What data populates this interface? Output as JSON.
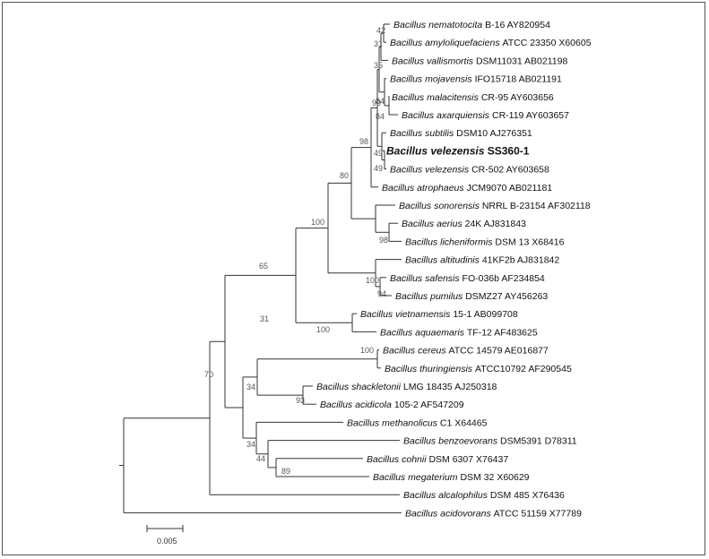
{
  "taxa": [
    {
      "genus": "Bacillus",
      "species": "nematotocita",
      "strain": "B-16 AY820954"
    },
    {
      "genus": "Bacillus",
      "species": "amyloliquefaciens",
      "strain": "ATCC 23350 X60605"
    },
    {
      "genus": "Bacillus",
      "species": "vallismortis",
      "strain": "DSM11031 AB021198"
    },
    {
      "genus": "Bacillus",
      "species": "mojavensis",
      "strain": "IFO15718 AB021191"
    },
    {
      "genus": "Bacillus",
      "species": "malacitensis",
      "strain": "CR-95 AY603656"
    },
    {
      "genus": "Bacillus",
      "species": "axarquiensis",
      "strain": "CR-119 AY603657"
    },
    {
      "genus": "Bacillus",
      "species": "subtilis",
      "strain": "DSM10 AJ276351"
    },
    {
      "genus": "Bacillus",
      "species": "velezensis",
      "strain": "SS360-1",
      "highlight": true
    },
    {
      "genus": "Bacillus",
      "species": "velezensis",
      "strain": "CR-502 AY603658"
    },
    {
      "genus": "Bacillus",
      "species": "atrophaeus",
      "strain": "JCM9070 AB021181"
    },
    {
      "genus": "Bacillus",
      "species": "sonorensis",
      "strain": "NRRL B-23154 AF302118"
    },
    {
      "genus": "Bacillus",
      "species": "aerius",
      "strain": "24K AJ831843"
    },
    {
      "genus": "Bacillus",
      "species": "licheniformis",
      "strain": "DSM 13 X68416"
    },
    {
      "genus": "Bacillus",
      "species": "altitudinis",
      "strain": "41KF2b AJ831842"
    },
    {
      "genus": "Bacillus",
      "species": "safensis",
      "strain": "FO-036b AF234854"
    },
    {
      "genus": "Bacillus",
      "species": "pumilus",
      "strain": "DSMZ27 AY456263"
    },
    {
      "genus": "Bacillus",
      "species": "vietnamensis",
      "strain": "15-1 AB099708"
    },
    {
      "genus": "Bacillus",
      "species": "aquaemaris",
      "strain": "TF-12 AF483625"
    },
    {
      "genus": "Bacillus",
      "species": "cereus",
      "strain": "ATCC 14579 AE016877"
    },
    {
      "genus": "Bacillus",
      "species": "thuringiensis",
      "strain": "ATCC10792 AF290545"
    },
    {
      "genus": "Bacillus",
      "species": "shackletonii",
      "strain": "LMG 18435 AJ250318"
    },
    {
      "genus": "Bacillus",
      "species": "acidicola",
      "strain": "105-2 AF547209"
    },
    {
      "genus": "Bacillus",
      "species": "methanolicus",
      "strain": "C1 X64465"
    },
    {
      "genus": "Bacillus",
      "species": "benzoevorans",
      "strain": "DSM5391 D78311"
    },
    {
      "genus": "Bacillus",
      "species": "cohnii",
      "strain": "DSM 6307 X76437"
    },
    {
      "genus": "Bacillus",
      "species": "megaterium",
      "strain": "DSM 32 X60629"
    },
    {
      "genus": "Bacillus",
      "species": "alcalophilus",
      "strain": "DSM 485 X76436"
    },
    {
      "genus": "Bacillus",
      "species": "acidovorans",
      "strain": "ATCC 51159 X77789"
    }
  ],
  "bootstrap": [
    "42",
    "31",
    "35",
    "84",
    "84",
    "99",
    "98",
    "49",
    "49",
    "80",
    "100",
    "98",
    "100",
    "94",
    "65",
    "100",
    "31",
    "100",
    "34",
    "93",
    "70",
    "34",
    "44",
    "89"
  ],
  "scale_bar": {
    "label": "0.005",
    "value": 0.005
  }
}
